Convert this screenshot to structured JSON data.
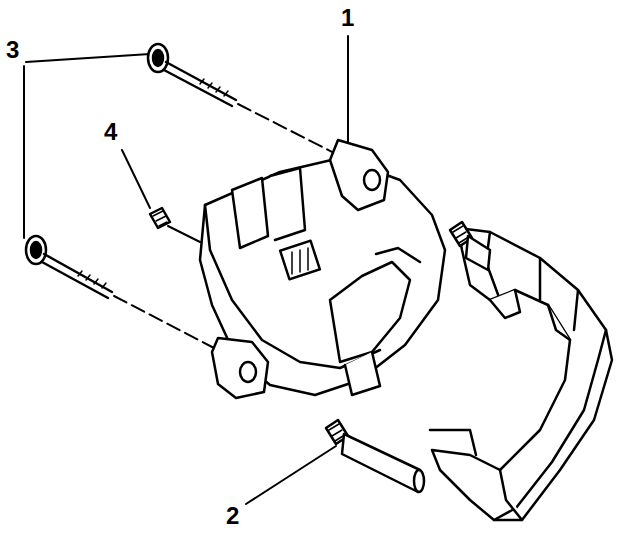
{
  "diagram": {
    "labels": [
      "3",
      "1",
      "4",
      "2"
    ]
  }
}
